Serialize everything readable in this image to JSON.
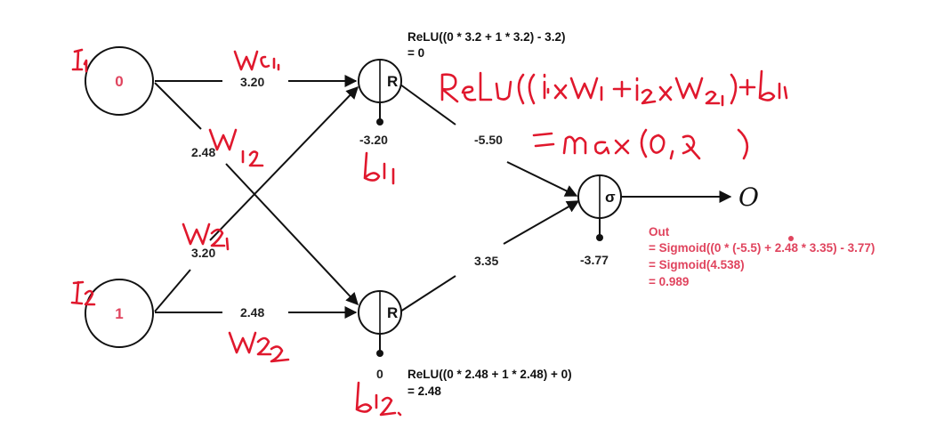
{
  "colors": {
    "ink": "#111111",
    "accent": "#e0445e",
    "annotation": "#e0182d"
  },
  "nodes": {
    "input1": {
      "value": "0"
    },
    "input2": {
      "value": "1"
    },
    "hidden1": {
      "symbol": "R",
      "bias": "-3.20"
    },
    "hidden2": {
      "symbol": "R",
      "bias": "0"
    },
    "output": {
      "symbol": "σ",
      "bias": "-3.77"
    },
    "result": {
      "symbol": "O"
    }
  },
  "weights": {
    "w_i1_h1": "3.20",
    "w_i1_h2": "2.48",
    "w_i2_h1": "3.20",
    "w_i2_h2": "2.48",
    "w_h1_o": "-5.50",
    "w_h2_o": "3.35"
  },
  "formulas": {
    "h1": [
      "ReLU((0 * 3.2 + 1 * 3.2) - 3.2)",
      "= 0"
    ],
    "h2": [
      "ReLU((0 * 2.48 + 1 * 2.48) + 0)",
      "= 2.48"
    ],
    "out": [
      "Out",
      "= Sigmoid((0 * (-5.5) + 2.48 * 3.35) - 3.77)",
      "= Sigmoid(4.538)",
      "= 0.989"
    ]
  },
  "annotations": [
    {
      "id": "i1",
      "text": "i1"
    },
    {
      "id": "i2",
      "text": "i2"
    },
    {
      "id": "w11",
      "text": "W11"
    },
    {
      "id": "w12",
      "text": "W12"
    },
    {
      "id": "w21",
      "text": "W21"
    },
    {
      "id": "w22",
      "text": "W22"
    },
    {
      "id": "b11",
      "text": "b11"
    },
    {
      "id": "b12",
      "text": "b12"
    },
    {
      "id": "relu-note",
      "text": "ReLU((i1×W11 + i2×W21) + b11"
    },
    {
      "id": "max-note",
      "text": "= max(0,x)"
    }
  ]
}
